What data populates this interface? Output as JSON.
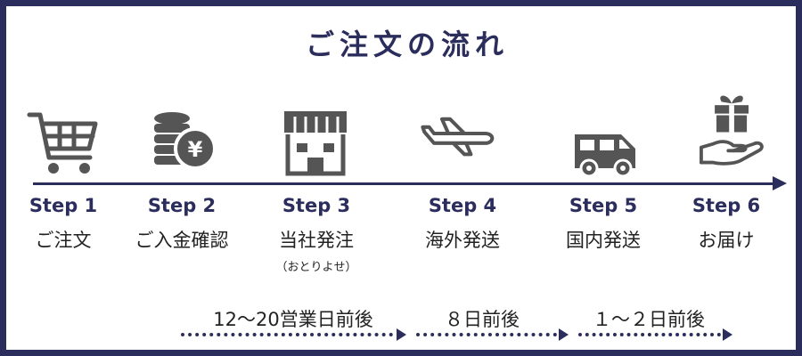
{
  "title": "ご注文の流れ",
  "colors": {
    "accent": "#2b2d5c",
    "icon": "#555555"
  },
  "steps": [
    {
      "label": "Step 1",
      "name": "ご注文",
      "note": "",
      "icon": "shopping-cart-icon"
    },
    {
      "label": "Step 2",
      "name": "ご入金確認",
      "note": "",
      "icon": "yen-coins-icon"
    },
    {
      "label": "Step 3",
      "name": "当社発注",
      "note": "（おとりよせ）",
      "icon": "storefront-icon"
    },
    {
      "label": "Step 4",
      "name": "海外発送",
      "note": "",
      "icon": "airplane-icon"
    },
    {
      "label": "Step 5",
      "name": "国内発送",
      "note": "",
      "icon": "truck-icon"
    },
    {
      "label": "Step 6",
      "name": "お届け",
      "note": "",
      "icon": "gift-hand-icon"
    }
  ],
  "durations": [
    {
      "text": "12〜20営業日前後"
    },
    {
      "text": "８日前後"
    },
    {
      "text": "１〜２日前後"
    }
  ]
}
